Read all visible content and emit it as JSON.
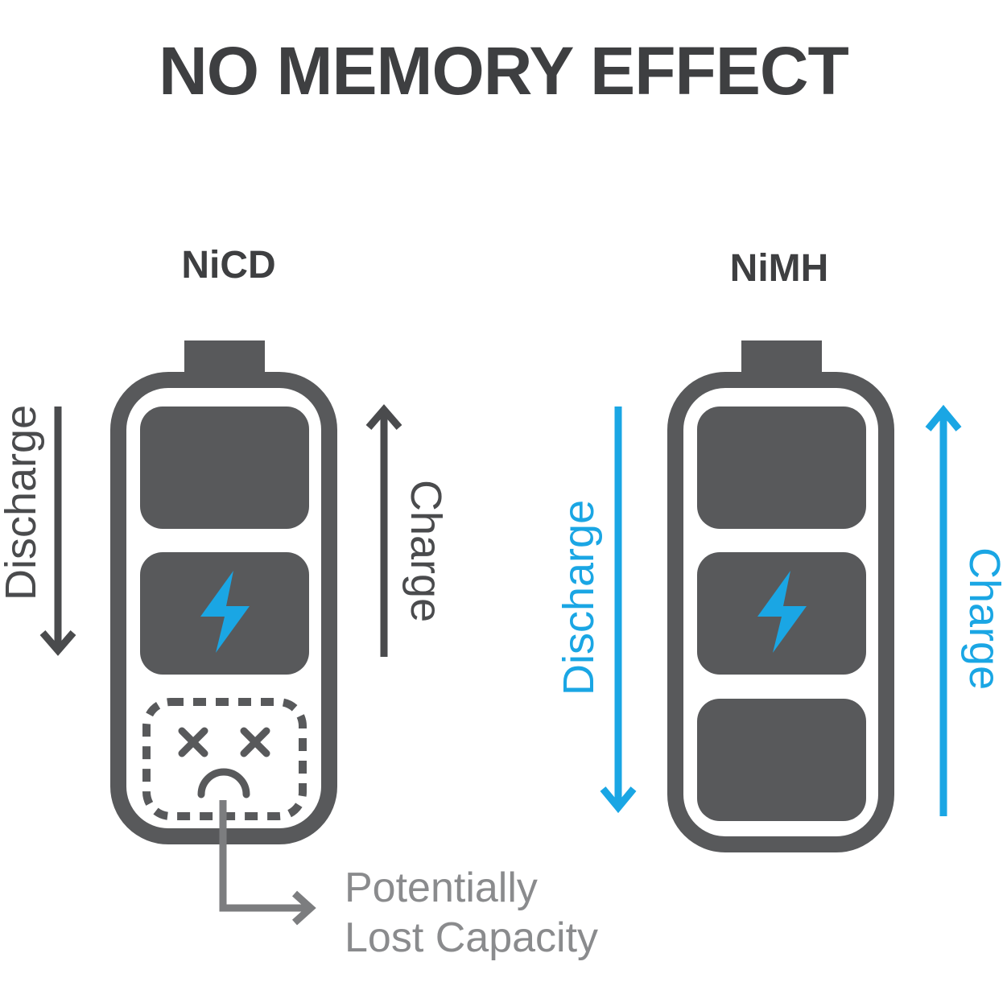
{
  "title": "NO MEMORY EFFECT",
  "batteries": [
    {
      "name": "NiCD",
      "discharge_label": "Discharge",
      "charge_label": "Charge",
      "arrow_color": "#4a4b4d",
      "state": "memory-loss"
    },
    {
      "name": "NiMH",
      "discharge_label": "Discharge",
      "charge_label": "Charge",
      "arrow_color": "#1aa6e4",
      "state": "full"
    }
  ],
  "lost_capacity_line1": "Potentially",
  "lost_capacity_line2": "Lost Capacity",
  "colors": {
    "battery": "#58595b",
    "bolt": "#1aa6e4",
    "text": "#3e3f41",
    "annotation": "#8a8b8d"
  },
  "icons": [
    "lightning-bolt-icon",
    "dead-face-icon"
  ]
}
